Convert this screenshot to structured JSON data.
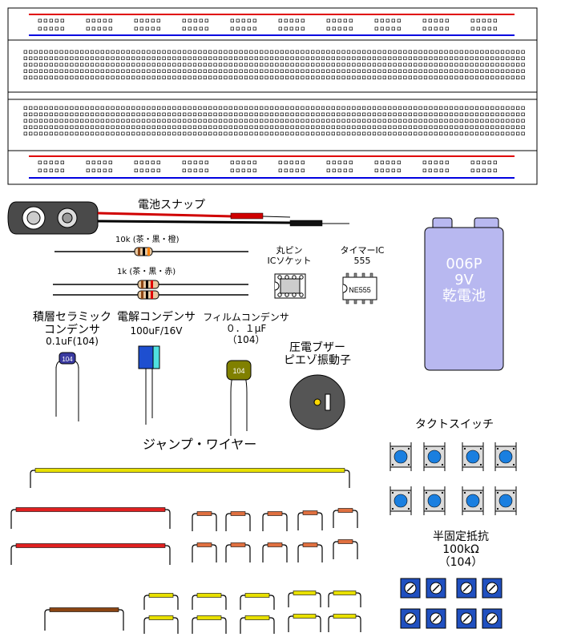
{
  "labels": {
    "battery_snap": "電池スナップ",
    "resistor_10k": "10k (茶・黒・橙)",
    "resistor_1k": "1k (茶・黒・赤)",
    "ic_socket": [
      "丸ピン",
      "ICソケット"
    ],
    "timer_ic": [
      "タイマーIC",
      "555"
    ],
    "ic_chip_marking": "NE555",
    "battery": [
      "006P",
      "9V",
      "乾電池"
    ],
    "ceramic_cap": [
      "積層セラミック",
      "コンデンサ",
      "0.1uF(104)"
    ],
    "ceramic_cap_marking": "104",
    "electrolytic_cap": [
      "電解コンデンサ",
      "100uF/16V"
    ],
    "film_cap": [
      "フィルムコンデンサ",
      "０．１μF",
      "（104）"
    ],
    "film_cap_marking": "104",
    "piezo": [
      "圧電ブザー",
      "ピエゾ振動子"
    ],
    "tact_switch": "タクトスイッチ",
    "jumper_wire": "ジャンプ・ワイヤー",
    "trimmer": [
      "半固定抵抗",
      "100kΩ",
      "（104）"
    ]
  },
  "colors": {
    "rail_red": "#e00000",
    "rail_blue": "#0000e0",
    "battery_body": "#b8b8f0",
    "jumper_yellow": "#e8e000",
    "jumper_red": "#e02020",
    "jumper_orange": "#e07040",
    "jumper_brown": "#8b4513",
    "switch_blue": "#1a7fe0",
    "trimmer_blue": "#2050c0",
    "cap_blue": "#1e4fd0",
    "film_cap": "#808000"
  }
}
